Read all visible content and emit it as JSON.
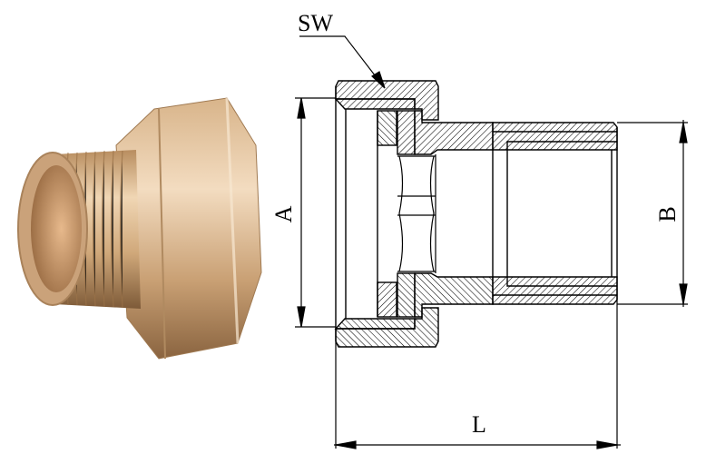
{
  "drawing": {
    "labels": {
      "wrench_size": "SW",
      "dim_a": "A",
      "dim_b": "B",
      "dim_l": "L"
    }
  },
  "photo": {
    "subject": "brass-union-fitting",
    "colors": {
      "brass_light": "#e8c9a0",
      "brass_mid": "#c9a074",
      "brass_dark": "#8a6440"
    }
  }
}
